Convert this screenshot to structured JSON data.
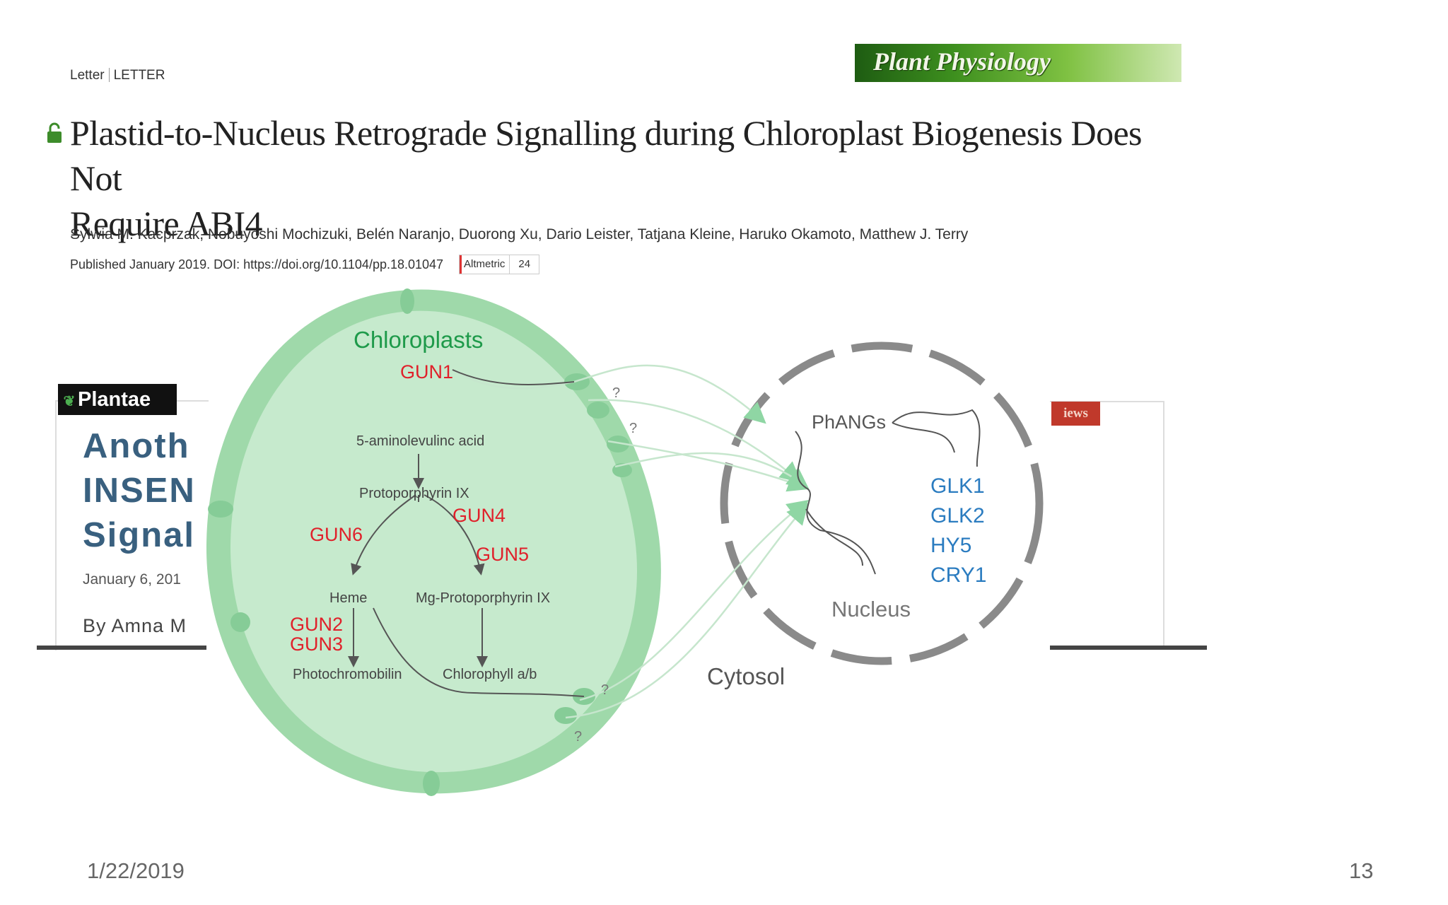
{
  "article": {
    "type_left": "Letter",
    "type_right": "LETTER",
    "title_line1": "Plastid-to-Nucleus Retrograde Signalling during Chloroplast Biogenesis Does Not",
    "title_line2": "Require ABI4",
    "authors": "Sylwia M. Kacprzak, Nobuyoshi Mochizuki, Belén Naranjo, Duorong Xu, Dario Leister, Tatjana Kleine, Haruko Okamoto, Matthew J. Terry",
    "published": "Published January 2019. DOI: https://doi.org/10.1104/pp.18.01047",
    "altmetric_label": "Altmetric",
    "altmetric_score": "24",
    "journal_logo": "Plant Physiology"
  },
  "plantae": {
    "label": "Plantae",
    "title_lines": [
      "Anoth",
      "INSEN",
      "Signal"
    ],
    "date": "January 6, 201",
    "byline": "By Amna M"
  },
  "right_card": {
    "views_label": "iews"
  },
  "diagram": {
    "chloroplast_label": "Chloroplasts",
    "gun1": "GUN1",
    "ala": "5-aminolevulinc acid",
    "proto": "Protoporphyrin IX",
    "gun4": "GUN4",
    "gun6": "GUN6",
    "gun5": "GUN5",
    "heme": "Heme",
    "mgproto": "Mg-Protoporphyrin IX",
    "gun2": "GUN2",
    "gun3": "GUN3",
    "phyto": "Photochromobilin",
    "chl": "Chlorophyll a/b",
    "q": "?",
    "phangs": "PhANGs",
    "glk1": "GLK1",
    "glk2": "GLK2",
    "hy5": "HY5",
    "cry1": "CRY1",
    "nucleus": "Nucleus",
    "cytosol": "Cytosol"
  },
  "slide": {
    "date": "1/22/2019",
    "page": "13"
  },
  "colors": {
    "gun_red": "#e0202a",
    "chloroplast_green": "#1e9a4a",
    "blue_label": "#2b7cc0"
  }
}
